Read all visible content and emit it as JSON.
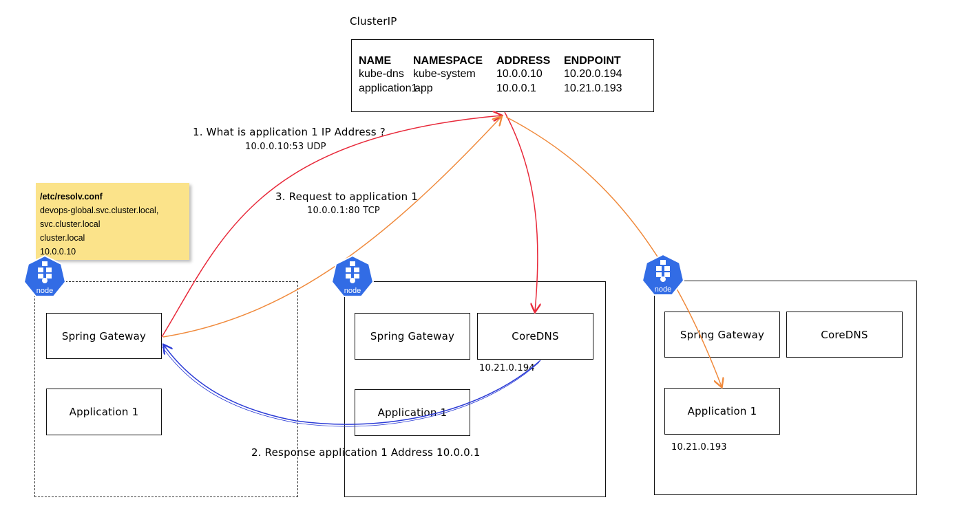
{
  "clusterip": {
    "label": "ClusterIP",
    "headers": [
      "NAME",
      "NAMESPACE",
      "ADDRESS",
      "ENDPOINT"
    ],
    "rows": [
      [
        "kube-dns",
        "kube-system",
        "10.0.0.10",
        "10.20.0.194"
      ],
      [
        "application1",
        "app",
        "10.0.0.1",
        "10.21.0.193"
      ]
    ]
  },
  "note": {
    "title": "/etc/resolv.conf",
    "lines": [
      "devops-global.svc.cluster.local,",
      "svc.cluster.local",
      "cluster.local",
      "10.0.0.10"
    ]
  },
  "nodes": [
    {
      "icon_label": "node",
      "pods": [
        "Spring Gateway",
        "Application 1"
      ]
    },
    {
      "icon_label": "node",
      "pods": [
        "Spring Gateway",
        "CoreDNS",
        "Application 1"
      ],
      "coredns_ip": "10.21.0.194"
    },
    {
      "icon_label": "node",
      "pods": [
        "Spring Gateway",
        "CoreDNS",
        "Application 1"
      ],
      "app_ip": "10.21.0.193"
    }
  ],
  "arrows": {
    "step1": {
      "line1": "1. What is application 1 IP Address ?",
      "line2": "10.0.0.10:53 UDP",
      "color": "#e8293a"
    },
    "step2": {
      "line1": "2. Response application 1 Address 10.0.0.1",
      "color": "#2b3bd6"
    },
    "step3": {
      "line1": "3. Request to application 1",
      "line2": "10.0.0.1:80 TCP",
      "color": "#f08a3c"
    }
  },
  "colors": {
    "k8s_blue": "#326ce5",
    "note_yellow": "#fbe38a"
  }
}
